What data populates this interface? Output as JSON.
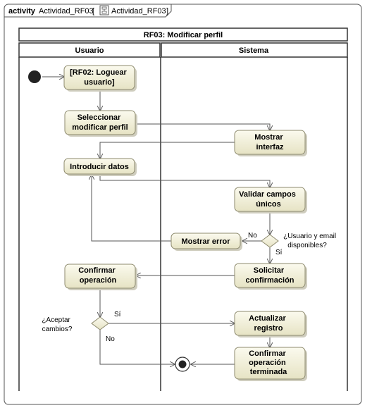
{
  "frame": {
    "keyword": "activity",
    "name": "Actividad_RF03",
    "bracket_open": "[",
    "diagram_name": "Actividad_RF03",
    "bracket_close": "]"
  },
  "partition": {
    "title": "RF03: Modificar perfil",
    "lanes": [
      "Usuario",
      "Sistema"
    ]
  },
  "actions": {
    "loguear": [
      "[RF02: Loguear",
      "usuario]"
    ],
    "seleccionar": [
      "Seleccionar",
      "modificar perfil"
    ],
    "mostrar_interfaz": [
      "Mostrar",
      "interfaz"
    ],
    "introducir": [
      "Introducir datos"
    ],
    "validar": [
      "Validar campos",
      "únicos"
    ],
    "mostrar_error": [
      "Mostrar error"
    ],
    "solicitar": [
      "Solicitar",
      "confirmación"
    ],
    "confirmar": [
      "Confirmar",
      "operación"
    ],
    "actualizar": [
      "Actualizar",
      "registro"
    ],
    "terminada": [
      "Confirmar",
      "operación",
      "terminada"
    ]
  },
  "decisions": {
    "disponibles": {
      "question": [
        "¿Usuario y email",
        "disponibles?"
      ],
      "no_label": "No",
      "si_label": "Sí"
    },
    "aceptar": {
      "question": [
        "¿Aceptar",
        "cambios?"
      ],
      "si_label": "Sí",
      "no_label": "No"
    }
  }
}
